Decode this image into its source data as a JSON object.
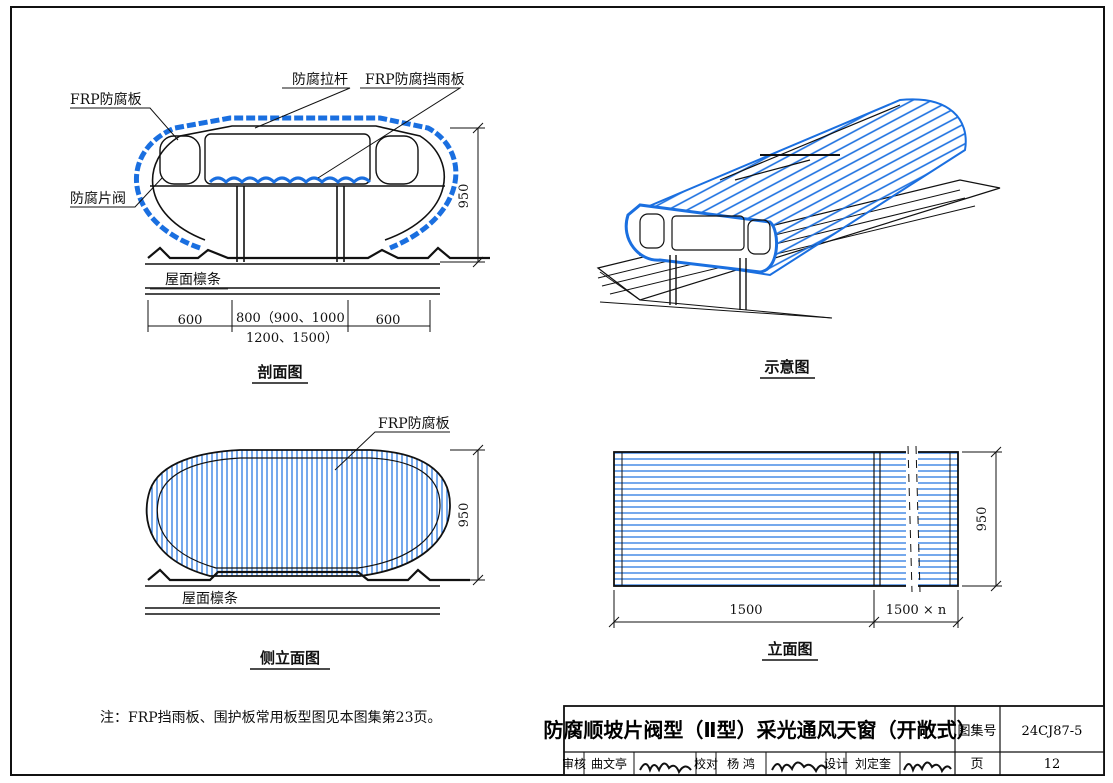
{
  "labels": {
    "frp_panel": "FRP防腐板",
    "tie_rod": "防腐拉杆",
    "frp_rain_baffle": "FRP防腐挡雨板",
    "louver": "防腐片阀",
    "purlin": "屋面檩条",
    "purlin_side": "屋面檩条",
    "frp_panel_side": "FRP防腐板"
  },
  "dimensions": {
    "section_height": "950",
    "left_width": "600",
    "mid_width_line1": "800（900、1000",
    "mid_width_line2": "1200、1500）",
    "right_width": "600",
    "side_height": "950",
    "front_height": "950",
    "front_width": "1500",
    "front_repeat": "1500 × n"
  },
  "view_titles": {
    "section": "剖面图",
    "schematic": "示意图",
    "side": "侧立面图",
    "front": "立面图"
  },
  "note": "注：FRP挡雨板、围护板常用板型图见本图集第23页。",
  "title_block": {
    "drawing_title": "防腐顺坡片阀型（Ⅱ型）采光通风天窗（开敞式）",
    "atlas_label": "图集号",
    "atlas_value": "24CJ87-5",
    "page_label": "页",
    "page_value": "12",
    "review_label": "审核",
    "review_name": "曲文亭",
    "check_label": "校对",
    "check_name": "杨 鸿",
    "design_label": "设计",
    "design_name": "刘定奎"
  },
  "colors": {
    "frp_blue": "#1a6fe0",
    "line": "#111111"
  }
}
